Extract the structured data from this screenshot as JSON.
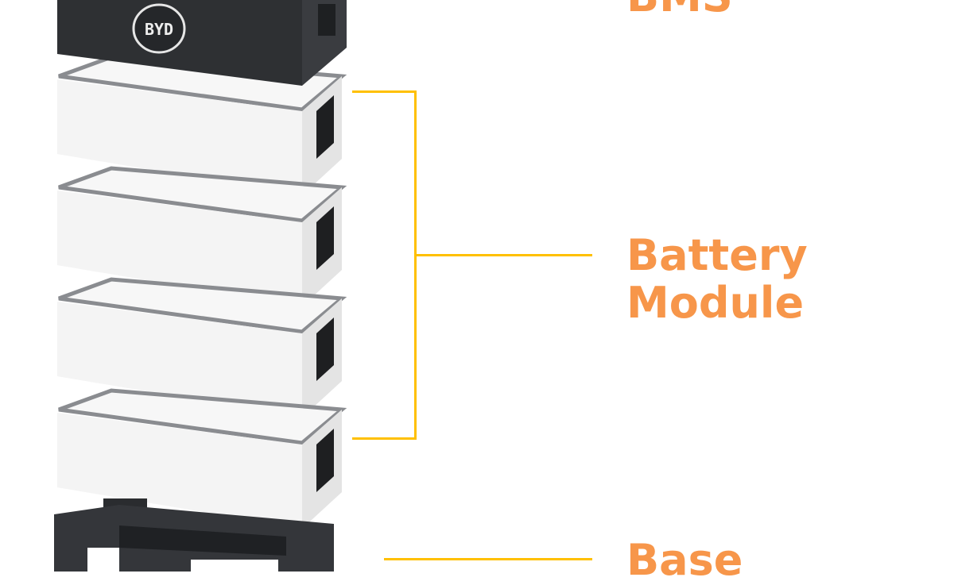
{
  "labels": {
    "bms": "BMS",
    "battery_module": [
      "Battery",
      "Module"
    ],
    "base": "Base"
  },
  "logo_text": "BYD",
  "module_count": 4,
  "colors": {
    "label": "#F7964A",
    "connector_line": "#FFC000",
    "bms_body": "#2E3033",
    "module_body": "#F4F4F4",
    "module_rim": "#8A8C90"
  }
}
